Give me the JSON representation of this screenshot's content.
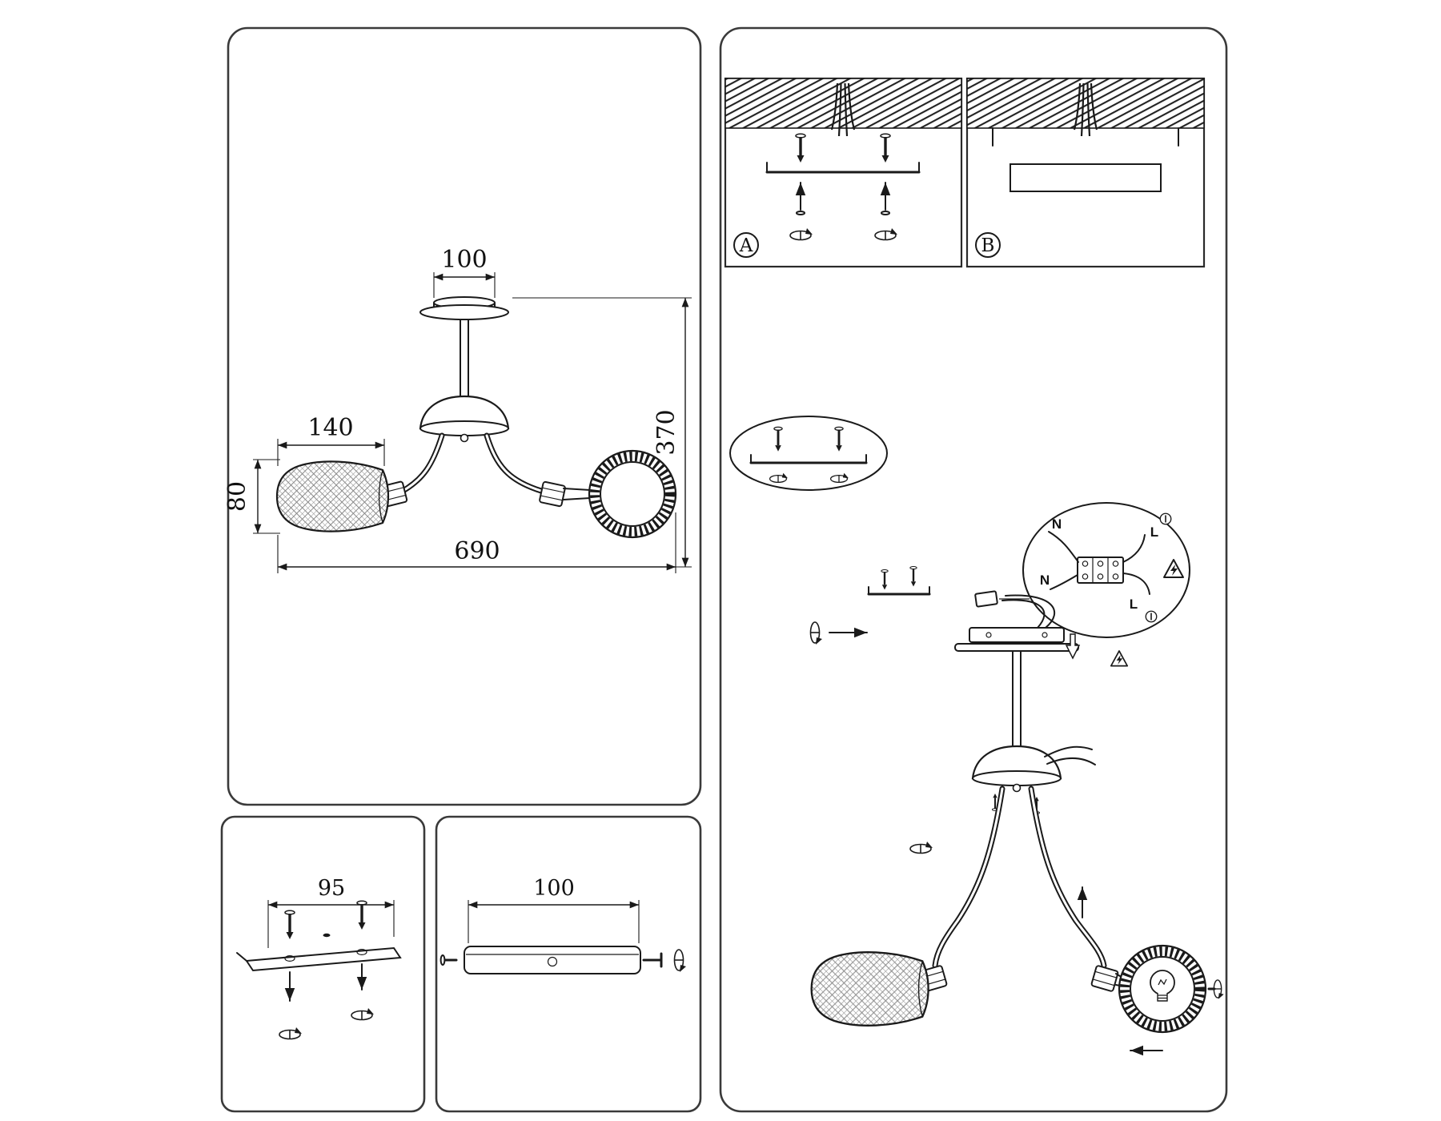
{
  "colors": {
    "line": "#1a1a1a",
    "background": "#ffffff"
  },
  "dimension_panel": {
    "cap_width": "100",
    "shade_width": "140",
    "shade_height": "80",
    "total_width": "690",
    "total_height": "370"
  },
  "bracket_panel": {
    "hole_spacing": "95"
  },
  "plate_panel": {
    "plate_length": "100"
  },
  "install_panel": {
    "step_a": "A",
    "step_b": "B",
    "wiring": {
      "n_top": "N",
      "l_right": "L",
      "n_left": "N",
      "l_bottom": "L"
    }
  }
}
